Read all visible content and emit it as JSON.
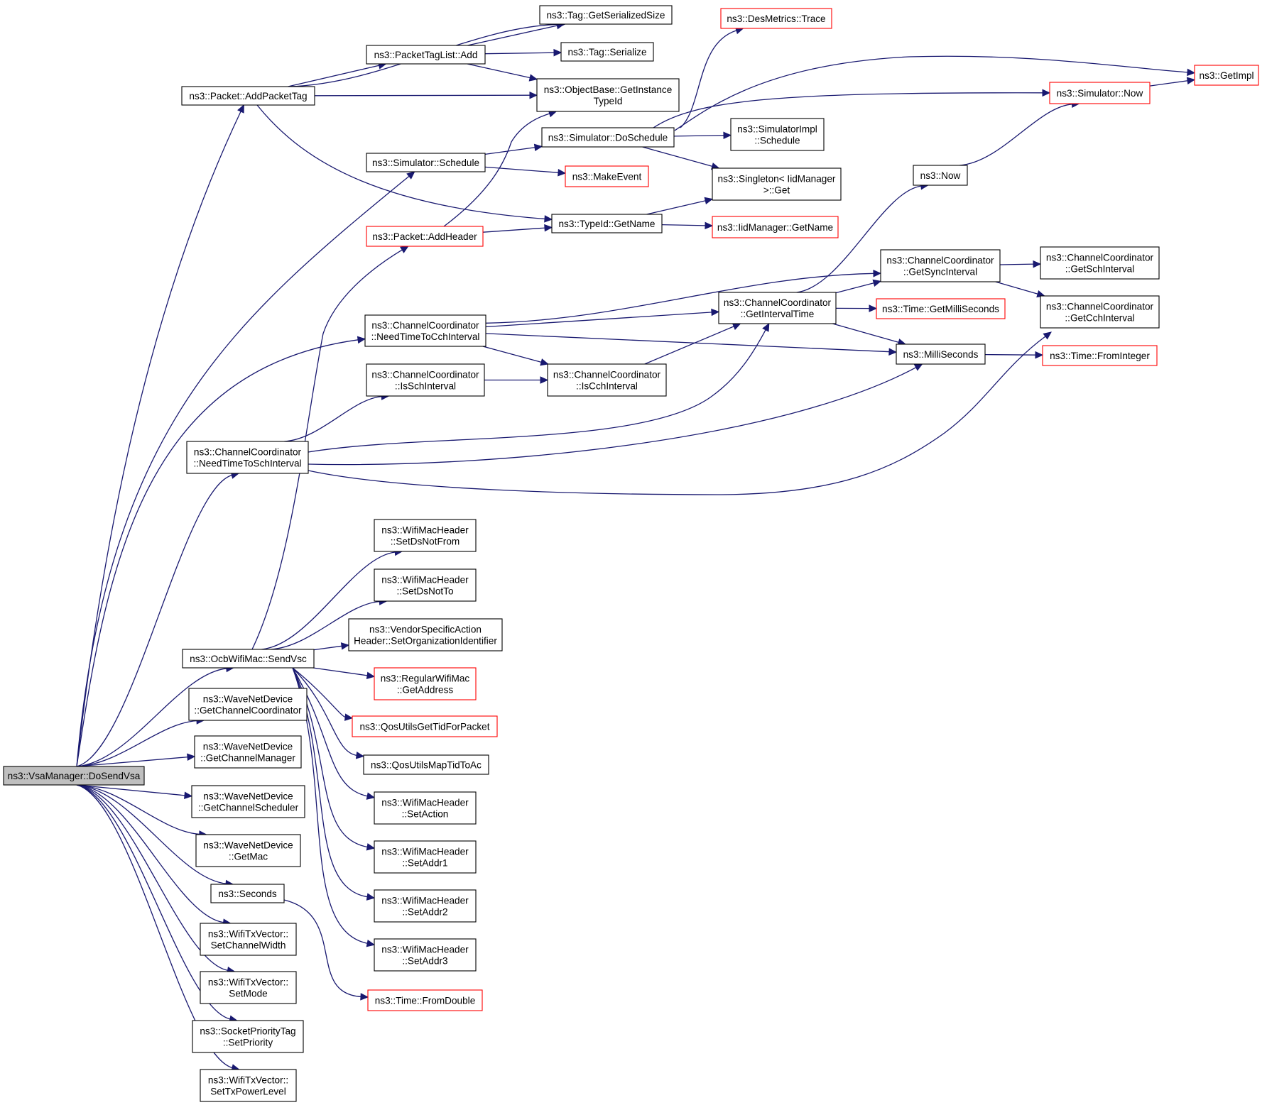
{
  "colors": {
    "edge": "#191970",
    "node_border": "#000000",
    "truncated_node_border": "#ff0000",
    "current_node_fill": "#bfbfbf",
    "node_fill": "#ffffff"
  },
  "nodes": {
    "vsa_dosendvsa": {
      "lines": [
        "ns3::VsaManager::DoSendVsa"
      ],
      "style": "current"
    },
    "packet_addpackettag": {
      "lines": [
        "ns3::Packet::AddPacketTag"
      ],
      "style": "normal"
    },
    "tag_getserializedsize": {
      "lines": [
        "ns3::Tag::GetSerializedSize"
      ],
      "style": "normal"
    },
    "packettaglist_add": {
      "lines": [
        "ns3::PacketTagList::Add"
      ],
      "style": "normal"
    },
    "tag_serialize": {
      "lines": [
        "ns3::Tag::Serialize"
      ],
      "style": "normal"
    },
    "objectbase_getinstancetypeid": {
      "lines": [
        "ns3::ObjectBase::GetInstance",
        "TypeId"
      ],
      "style": "normal"
    },
    "desmetrics_trace": {
      "lines": [
        "ns3::DesMetrics::Trace"
      ],
      "style": "truncated"
    },
    "getimpl": {
      "lines": [
        "ns3::GetImpl"
      ],
      "style": "truncated"
    },
    "simulator_now": {
      "lines": [
        "ns3::Simulator::Now"
      ],
      "style": "truncated"
    },
    "simulator_doschedule": {
      "lines": [
        "ns3::Simulator::DoSchedule"
      ],
      "style": "normal"
    },
    "simulatorimpl_schedule": {
      "lines": [
        "ns3::SimulatorImpl",
        "::Schedule"
      ],
      "style": "normal"
    },
    "simulator_schedule": {
      "lines": [
        "ns3::Simulator::Schedule"
      ],
      "style": "normal"
    },
    "makeevent": {
      "lines": [
        "ns3::MakeEvent"
      ],
      "style": "truncated"
    },
    "now": {
      "lines": [
        "ns3::Now"
      ],
      "style": "normal"
    },
    "singleton_get": {
      "lines": [
        "ns3::Singleton< IidManager",
        ">::Get"
      ],
      "style": "normal"
    },
    "typeid_getname": {
      "lines": [
        "ns3::TypeId::GetName"
      ],
      "style": "normal"
    },
    "packet_addheader": {
      "lines": [
        "ns3::Packet::AddHeader"
      ],
      "style": "truncated"
    },
    "iidmanager_getname": {
      "lines": [
        "ns3::IidManager::GetName"
      ],
      "style": "truncated"
    },
    "cc_getsyncinterval": {
      "lines": [
        "ns3::ChannelCoordinator",
        "::GetSyncInterval"
      ],
      "style": "normal"
    },
    "cc_getschinterval": {
      "lines": [
        "ns3::ChannelCoordinator",
        "::GetSchInterval"
      ],
      "style": "normal"
    },
    "cc_getintervaltime": {
      "lines": [
        "ns3::ChannelCoordinator",
        "::GetIntervalTime"
      ],
      "style": "normal"
    },
    "time_getmilliseconds": {
      "lines": [
        "ns3::Time::GetMilliSeconds"
      ],
      "style": "truncated"
    },
    "cc_getcchinterval": {
      "lines": [
        "ns3::ChannelCoordinator",
        "::GetCchInterval"
      ],
      "style": "normal"
    },
    "cc_needtimetocchinterval": {
      "lines": [
        "ns3::ChannelCoordinator",
        "::NeedTimeToCchInterval"
      ],
      "style": "normal"
    },
    "milliseconds": {
      "lines": [
        "ns3::MilliSeconds"
      ],
      "style": "normal"
    },
    "time_frominteger": {
      "lines": [
        "ns3::Time::FromInteger"
      ],
      "style": "truncated"
    },
    "cc_isschinterval": {
      "lines": [
        "ns3::ChannelCoordinator",
        "::IsSchInterval"
      ],
      "style": "normal"
    },
    "cc_iscchinterval": {
      "lines": [
        "ns3::ChannelCoordinator",
        "::IsCchInterval"
      ],
      "style": "normal"
    },
    "cc_needtimetoschinterval": {
      "lines": [
        "ns3::ChannelCoordinator",
        "::NeedTimeToSchInterval"
      ],
      "style": "normal"
    },
    "wmh_setdsnotfrom": {
      "lines": [
        "ns3::WifiMacHeader",
        "::SetDsNotFrom"
      ],
      "style": "normal"
    },
    "wmh_setdsnotto": {
      "lines": [
        "ns3::WifiMacHeader",
        "::SetDsNotTo"
      ],
      "style": "normal"
    },
    "vsah_setorgid": {
      "lines": [
        "ns3::VendorSpecificAction",
        "Header::SetOrganizationIdentifier"
      ],
      "style": "normal"
    },
    "ocb_sendvsc": {
      "lines": [
        "ns3::OcbWifiMac::SendVsc"
      ],
      "style": "normal"
    },
    "regularwifimac_getaddress": {
      "lines": [
        "ns3::RegularWifiMac",
        "::GetAddress"
      ],
      "style": "truncated"
    },
    "wnd_getchannelcoordinator": {
      "lines": [
        "ns3::WaveNetDevice",
        "::GetChannelCoordinator"
      ],
      "style": "normal"
    },
    "qosutils_gettidforpacket": {
      "lines": [
        "ns3::QosUtilsGetTidForPacket"
      ],
      "style": "truncated"
    },
    "wnd_getchannelmanager": {
      "lines": [
        "ns3::WaveNetDevice",
        "::GetChannelManager"
      ],
      "style": "normal"
    },
    "qosutils_maptidtoac": {
      "lines": [
        "ns3::QosUtilsMapTidToAc"
      ],
      "style": "normal"
    },
    "wnd_getchannelscheduler": {
      "lines": [
        "ns3::WaveNetDevice",
        "::GetChannelScheduler"
      ],
      "style": "normal"
    },
    "wmh_setaction": {
      "lines": [
        "ns3::WifiMacHeader",
        "::SetAction"
      ],
      "style": "normal"
    },
    "wnd_getmac": {
      "lines": [
        "ns3::WaveNetDevice",
        "::GetMac"
      ],
      "style": "normal"
    },
    "wmh_setaddr1": {
      "lines": [
        "ns3::WifiMacHeader",
        "::SetAddr1"
      ],
      "style": "normal"
    },
    "seconds": {
      "lines": [
        "ns3::Seconds"
      ],
      "style": "normal"
    },
    "wmh_setaddr2": {
      "lines": [
        "ns3::WifiMacHeader",
        "::SetAddr2"
      ],
      "style": "normal"
    },
    "wtv_setchannelwidth": {
      "lines": [
        "ns3::WifiTxVector::",
        "SetChannelWidth"
      ],
      "style": "normal"
    },
    "wmh_setaddr3": {
      "lines": [
        "ns3::WifiMacHeader",
        "::SetAddr3"
      ],
      "style": "normal"
    },
    "wtv_setmode": {
      "lines": [
        "ns3::WifiTxVector::",
        "SetMode"
      ],
      "style": "normal"
    },
    "time_fromdouble": {
      "lines": [
        "ns3::Time::FromDouble"
      ],
      "style": "truncated"
    },
    "spt_setpriority": {
      "lines": [
        "ns3::SocketPriorityTag",
        "::SetPriority"
      ],
      "style": "normal"
    },
    "wtv_settxpowerlevel": {
      "lines": [
        "ns3::WifiTxVector::",
        "SetTxPowerLevel"
      ],
      "style": "normal"
    }
  },
  "edges": [
    [
      "vsa_dosendvsa",
      "packet_addpackettag"
    ],
    [
      "vsa_dosendvsa",
      "simulator_schedule"
    ],
    [
      "vsa_dosendvsa",
      "cc_needtimetocchinterval"
    ],
    [
      "vsa_dosendvsa",
      "cc_needtimetoschinterval"
    ],
    [
      "vsa_dosendvsa",
      "ocb_sendvsc"
    ],
    [
      "vsa_dosendvsa",
      "wnd_getchannelcoordinator"
    ],
    [
      "vsa_dosendvsa",
      "wnd_getchannelmanager"
    ],
    [
      "vsa_dosendvsa",
      "wnd_getchannelscheduler"
    ],
    [
      "vsa_dosendvsa",
      "wnd_getmac"
    ],
    [
      "vsa_dosendvsa",
      "seconds"
    ],
    [
      "vsa_dosendvsa",
      "wtv_setchannelwidth"
    ],
    [
      "vsa_dosendvsa",
      "wtv_setmode"
    ],
    [
      "vsa_dosendvsa",
      "spt_setpriority"
    ],
    [
      "vsa_dosendvsa",
      "wtv_settxpowerlevel"
    ],
    [
      "packet_addpackettag",
      "tag_getserializedsize"
    ],
    [
      "packet_addpackettag",
      "packettaglist_add"
    ],
    [
      "packet_addpackettag",
      "objectbase_getinstancetypeid"
    ],
    [
      "packet_addpackettag",
      "typeid_getname"
    ],
    [
      "packettaglist_add",
      "tag_getserializedsize"
    ],
    [
      "packettaglist_add",
      "tag_serialize"
    ],
    [
      "packettaglist_add",
      "objectbase_getinstancetypeid"
    ],
    [
      "simulator_schedule",
      "simulator_doschedule"
    ],
    [
      "simulator_schedule",
      "makeevent"
    ],
    [
      "simulator_doschedule",
      "desmetrics_trace"
    ],
    [
      "simulator_doschedule",
      "getimpl"
    ],
    [
      "simulator_doschedule",
      "simulator_now"
    ],
    [
      "simulator_doschedule",
      "simulatorimpl_schedule"
    ],
    [
      "simulator_doschedule",
      "singleton_get"
    ],
    [
      "simulator_now",
      "getimpl"
    ],
    [
      "now",
      "simulator_now"
    ],
    [
      "typeid_getname",
      "singleton_get"
    ],
    [
      "typeid_getname",
      "iidmanager_getname"
    ],
    [
      "packet_addheader",
      "objectbase_getinstancetypeid"
    ],
    [
      "packet_addheader",
      "typeid_getname"
    ],
    [
      "cc_getsyncinterval",
      "cc_getschinterval"
    ],
    [
      "cc_getsyncinterval",
      "cc_getcchinterval"
    ],
    [
      "cc_getintervaltime",
      "now"
    ],
    [
      "cc_getintervaltime",
      "cc_getsyncinterval"
    ],
    [
      "cc_getintervaltime",
      "time_getmilliseconds"
    ],
    [
      "cc_getintervaltime",
      "milliseconds"
    ],
    [
      "cc_needtimetocchinterval",
      "cc_getsyncinterval"
    ],
    [
      "cc_needtimetocchinterval",
      "cc_getintervaltime"
    ],
    [
      "cc_needtimetocchinterval",
      "milliseconds"
    ],
    [
      "cc_needtimetocchinterval",
      "cc_iscchinterval"
    ],
    [
      "milliseconds",
      "time_frominteger"
    ],
    [
      "cc_isschinterval",
      "cc_iscchinterval"
    ],
    [
      "cc_iscchinterval",
      "cc_getintervaltime"
    ],
    [
      "cc_needtimetoschinterval",
      "cc_isschinterval"
    ],
    [
      "cc_needtimetoschinterval",
      "cc_getintervaltime"
    ],
    [
      "cc_needtimetoschinterval",
      "milliseconds"
    ],
    [
      "cc_needtimetoschinterval",
      "cc_getcchinterval"
    ],
    [
      "ocb_sendvsc",
      "packet_addheader"
    ],
    [
      "ocb_sendvsc",
      "wmh_setdsnotfrom"
    ],
    [
      "ocb_sendvsc",
      "wmh_setdsnotto"
    ],
    [
      "ocb_sendvsc",
      "vsah_setorgid"
    ],
    [
      "ocb_sendvsc",
      "regularwifimac_getaddress"
    ],
    [
      "ocb_sendvsc",
      "qosutils_gettidforpacket"
    ],
    [
      "ocb_sendvsc",
      "qosutils_maptidtoac"
    ],
    [
      "ocb_sendvsc",
      "wmh_setaction"
    ],
    [
      "ocb_sendvsc",
      "wmh_setaddr1"
    ],
    [
      "ocb_sendvsc",
      "wmh_setaddr2"
    ],
    [
      "ocb_sendvsc",
      "wmh_setaddr3"
    ],
    [
      "seconds",
      "time_fromdouble"
    ]
  ]
}
